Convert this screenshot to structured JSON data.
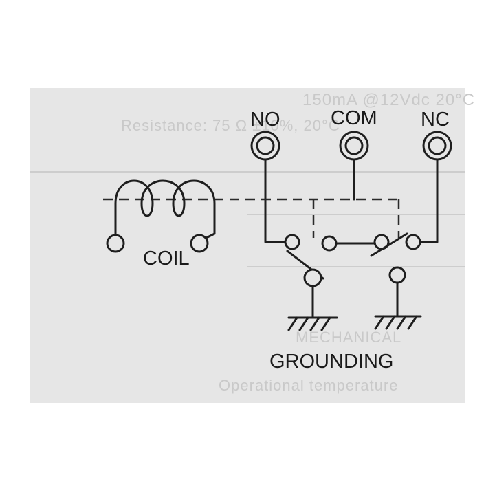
{
  "terminals": {
    "no": "NO",
    "com": "COM",
    "nc": "NC"
  },
  "labels": {
    "coil": "COIL",
    "grounding": "GROUNDING"
  },
  "background_text": {
    "line1": "150mA @12Vdc 20°C",
    "line2": "Resistance: 75 Ω ±10%, 20°C",
    "line3": "MECHANICAL",
    "line4": "Operational temperature"
  },
  "colors": {
    "ink": "#1e1e1e",
    "paper": "#e6e6e6",
    "page": "#ffffff"
  }
}
